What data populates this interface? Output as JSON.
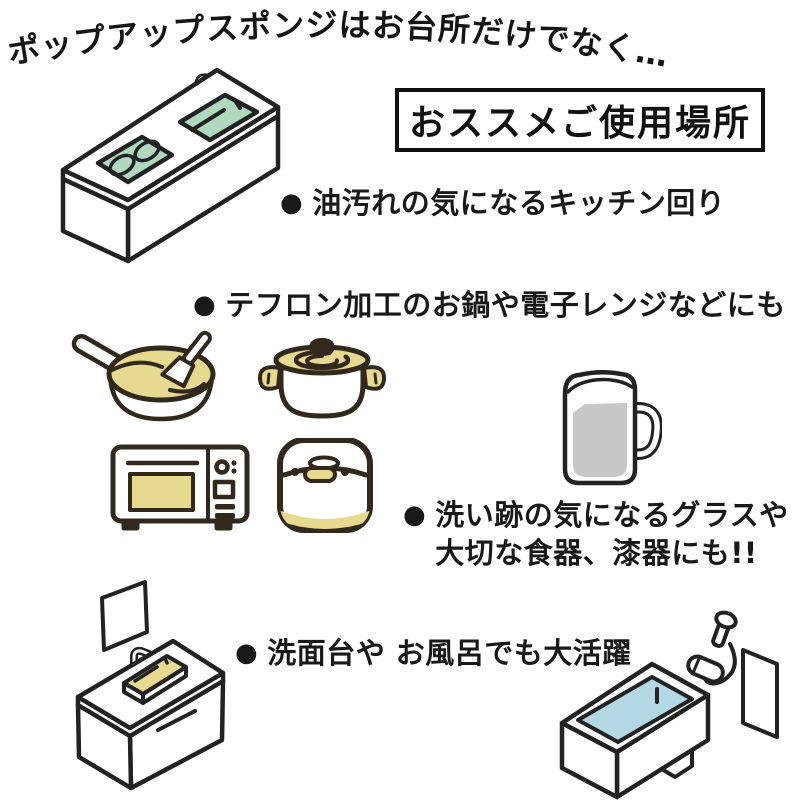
{
  "heading": {
    "text": "ポップアップスポンジはお台所だけでなく…"
  },
  "title_box": {
    "label": "おススメご使用場所"
  },
  "bullets": [
    {
      "marker": "●",
      "text": "油汚れの気になるキッチン回り"
    },
    {
      "marker": "●",
      "text": "テフロン加工のお鍋や電子レンジなどにも"
    },
    {
      "marker": "●",
      "lines": [
        "洗い跡の気になるグラスや",
        "大切な食器、漆器にも!!"
      ]
    },
    {
      "marker": "●",
      "text": "洗面台や お風呂でも大活躍"
    }
  ],
  "illustrations": {
    "kitchen_counter": "kitchen-counter-with-sink-and-stove",
    "frying_pan": "frying-pan-with-spatula",
    "pot": "two-handled-pot-with-lid",
    "microwave": "microwave-oven",
    "rice_cooker": "rice-cooker",
    "beer_mug": "beer-mug-glass",
    "washbasin": "washbasin-vanity-with-mirror",
    "bathtub": "bathtub-with-shower"
  },
  "colors": {
    "green": "#aed9be",
    "yellow": "#e7da90",
    "blue": "#b2d7e5",
    "gray": "#c7c7c7",
    "outline_dark": "#222222",
    "outline_brown": "#32281c",
    "text": "#191919",
    "border": "#111111",
    "background": "#ffffff"
  }
}
